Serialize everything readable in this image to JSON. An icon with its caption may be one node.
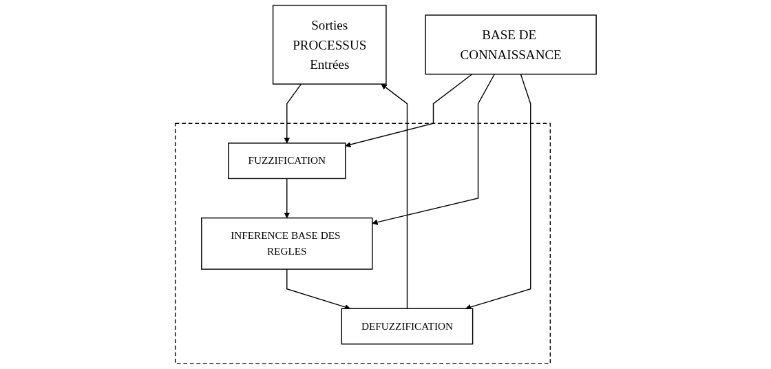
{
  "diagram": {
    "nodes": [
      {
        "text": [
          "Sorties",
          "PROCESSUS",
          "Entrées"
        ]
      },
      {
        "text": [],
        "shape": "box"
      },
      {
        "text": [
          "FUZZIFICATION"
        ],
        "in": 1
      },
      {
        "text": [
          "INFERENCE BASE DES REGLES"
        ],
        "in": 1
      },
      {
        "text": [
          "DEFUZZIFICATION"
        ],
        "in": 1
      },
      {
        "text": [
          "BASE DE CONNAISSANCE"
        ]
      }
    ],
    "edges": [
      {
        "from": 0,
        "to": 2,
        "arrow": "to"
      },
      {
        "from": 2,
        "to": 3,
        "arrow": "to"
      },
      {
        "from": 3,
        "to": 4,
        "arrow": "to"
      },
      {
        "from": 4,
        "to": 0,
        "arrow": "to"
      },
      {
        "from": 5,
        "to": 2,
        "arrow": "to"
      },
      {
        "from": 5,
        "to": 3,
        "arrow": "to"
      },
      {
        "from": 5,
        "to": 4,
        "arrow": "to"
      }
    ]
  }
}
